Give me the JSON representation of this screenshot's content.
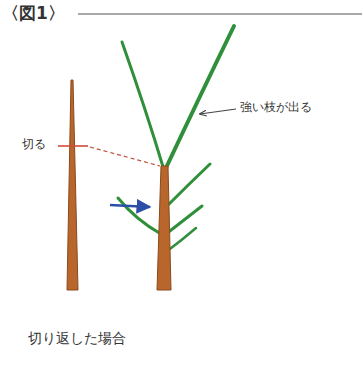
{
  "diagram": {
    "title": "〈図1〉",
    "caption": "切り返した場合",
    "labels": [
      "切る",
      "強い枝が出る"
    ]
  }
}
